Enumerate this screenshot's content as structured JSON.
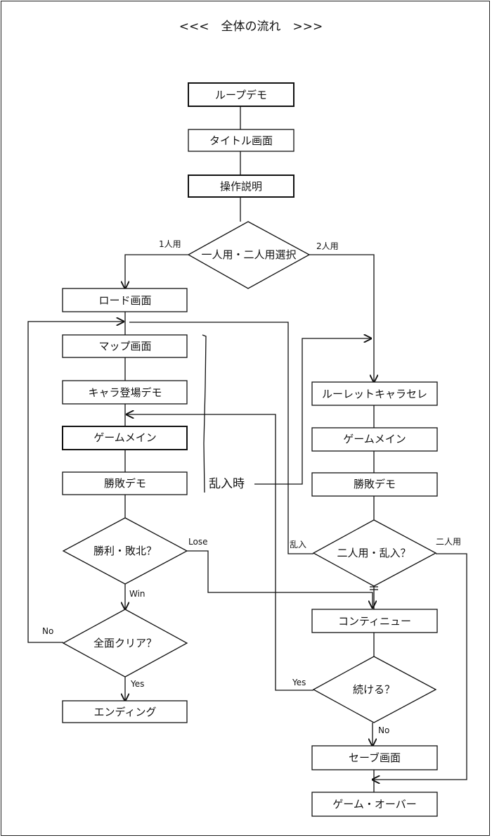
{
  "title": "<<<　全体の流れ　>>>",
  "nodes": {
    "loop_demo": "ループデモ",
    "title_screen": "タイトル画面",
    "instructions": "操作説明",
    "player_select": "一人用・二人用選択",
    "load_screen": "ロード画面",
    "map_screen": "マップ画面",
    "chara_demo": "キャラ登場デモ",
    "game_main_1p": "ゲームメイン",
    "result_demo_1p": "勝敗デモ",
    "win_lose": "勝利・敗北？",
    "all_clear": "全面クリア？",
    "ending": "エンディング",
    "roulette_select": "ルーレットキャラセレ",
    "game_main_2p": "ゲームメイン",
    "result_demo_2p": "勝敗デモ",
    "two_player_intrude": "二人用・乱入？",
    "continue": "コンティニュー",
    "continue_q": "続ける？",
    "save_screen": "セーブ画面",
    "game_over": "ゲーム・オーバー"
  },
  "edge_labels": {
    "one_player": "1人用",
    "two_player": "2人用",
    "lose": "Lose",
    "win": "Win",
    "no_clear": "No",
    "yes_clear": "Yes",
    "intrude": "乱入",
    "two_player_branch": "二人用",
    "yes_continue": "Yes",
    "no_continue": "No",
    "intrude_time": "乱入時"
  }
}
